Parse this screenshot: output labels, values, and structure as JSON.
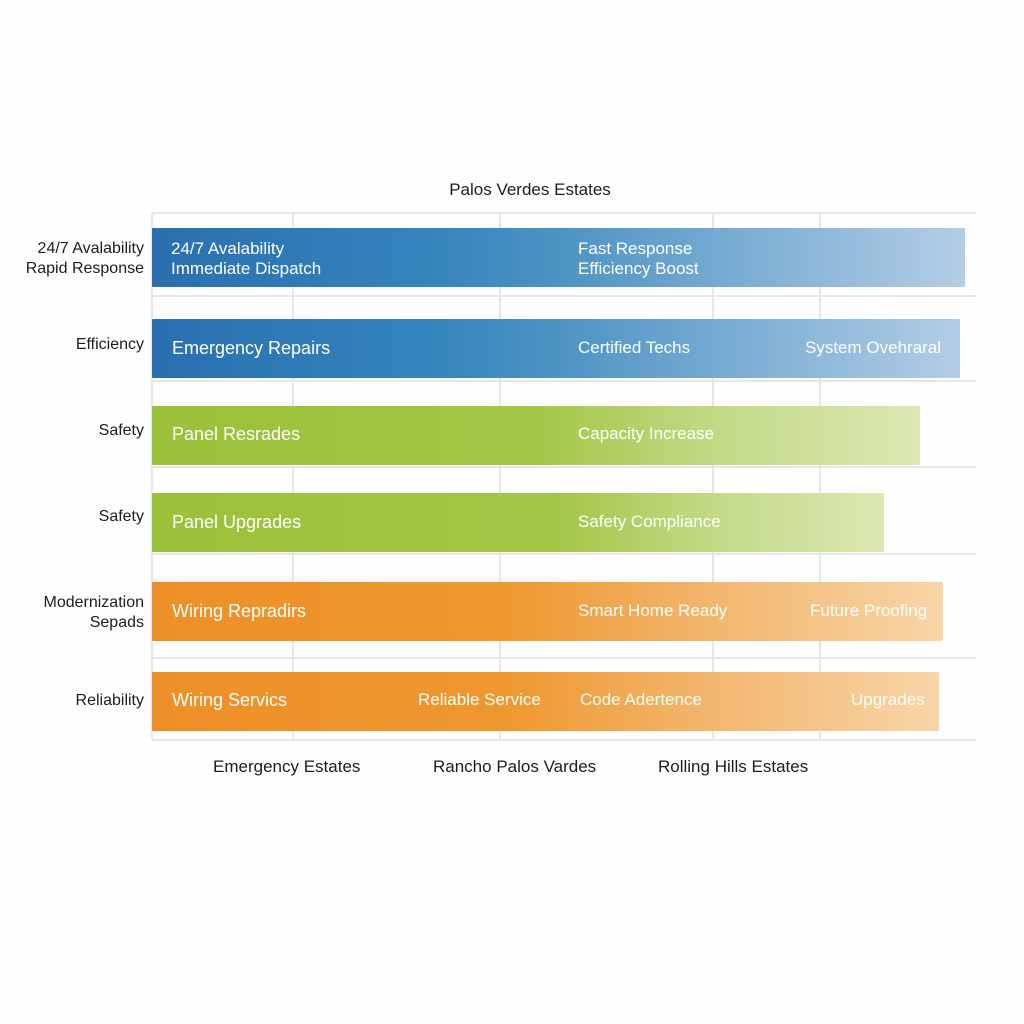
{
  "chart_data": {
    "type": "bar",
    "orientation": "horizontal",
    "title": "Palos Verdes Estates",
    "xlabel": "",
    "ylabel": "",
    "x_tick_labels": [
      "Emergency Estates",
      "Rancho Palos Vardes",
      "Rolling Hills Estates"
    ],
    "grid": true,
    "legend": null,
    "categories": [
      "24/7 Avalability\nRapid Response",
      "Efficiency",
      "Safety",
      "Safety",
      "Modernization\nSepads",
      "Reliability"
    ],
    "values_relative": [
      0.987,
      0.981,
      0.932,
      0.888,
      0.96,
      0.955
    ],
    "bar_annotations": [
      [
        "24/7 Avalability / Immediate Dispatch",
        "Fast Response / Efficiency Boost"
      ],
      [
        "Emergency Repairs",
        "Certified Techs",
        "System Ovehraral"
      ],
      [
        "Panel Resrades",
        "Capacity Increase"
      ],
      [
        "Panel Upgrades",
        "Safety Compliance"
      ],
      [
        "Wiring Repradirs",
        "Smart Home Ready",
        "Future Proofing"
      ],
      [
        "Wiring Servics",
        "Reliable Service",
        "Code Adertence",
        "Upgrades"
      ]
    ],
    "colors": [
      "#2a73b3",
      "#2a73b3",
      "#9cc23c",
      "#9cc23c",
      "#ee922a",
      "#ee922a"
    ]
  },
  "chart": {
    "title": "Palos Verdes Estates",
    "rows": [
      {
        "label_line1": "24/7 Avalability",
        "label_line2": "Rapid Response",
        "texts": [
          "24/7 Avalability",
          "Immediate Dispatch",
          "Fast Response",
          "Efficiency Boost"
        ]
      },
      {
        "label_line1": "Efficiency",
        "texts": [
          "Emergency Repairs",
          "Certified Techs",
          "System Ovehraral"
        ]
      },
      {
        "label_line1": "Safety",
        "texts": [
          "Panel Resrades",
          "Capacity Increase"
        ]
      },
      {
        "label_line1": "Safety",
        "texts": [
          "Panel Upgrades",
          "Safety Compliance"
        ]
      },
      {
        "label_line1": "Modernization",
        "label_line2": "Sepads",
        "texts": [
          "Wiring Repradirs",
          "Smart Home Ready",
          "Future Proofing"
        ]
      },
      {
        "label_line1": "Reliability",
        "texts": [
          "Wiring Servics",
          "Reliable Service",
          "Code Adertence",
          "Upgrades"
        ]
      }
    ],
    "x_labels": [
      "Emergency Estates",
      "Rancho Palos Vardes",
      "Rolling Hills Estates"
    ]
  }
}
